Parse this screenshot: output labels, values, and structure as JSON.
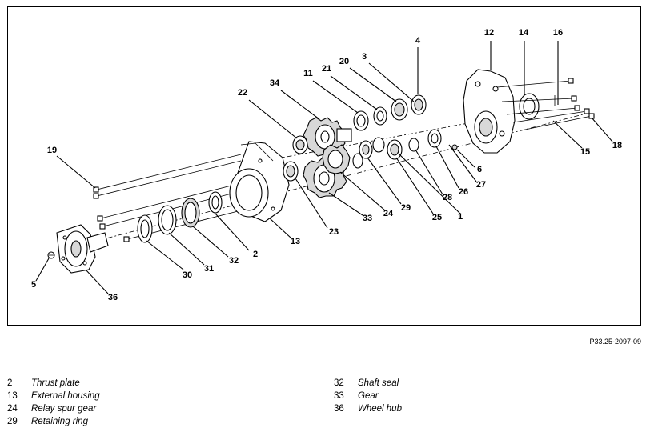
{
  "callouts": [
    {
      "n": "1"
    },
    {
      "n": "2"
    },
    {
      "n": "3"
    },
    {
      "n": "4"
    },
    {
      "n": "5"
    },
    {
      "n": "6"
    },
    {
      "n": "11"
    },
    {
      "n": "12"
    },
    {
      "n": "13"
    },
    {
      "n": "14"
    },
    {
      "n": "15"
    },
    {
      "n": "16"
    },
    {
      "n": "18"
    },
    {
      "n": "19"
    },
    {
      "n": "20"
    },
    {
      "n": "21"
    },
    {
      "n": "22"
    },
    {
      "n": "23"
    },
    {
      "n": "24"
    },
    {
      "n": "25"
    },
    {
      "n": "26"
    },
    {
      "n": "27"
    },
    {
      "n": "28"
    },
    {
      "n": "29"
    },
    {
      "n": "30"
    },
    {
      "n": "31"
    },
    {
      "n": "32"
    },
    {
      "n": "33"
    },
    {
      "n": "34"
    },
    {
      "n": "36"
    }
  ],
  "figure_ref": "P33.25-2097-09",
  "legend": {
    "left": [
      {
        "num": "2",
        "text": "Thrust plate"
      },
      {
        "num": "13",
        "text": "External housing"
      },
      {
        "num": "24",
        "text": "Relay spur gear"
      },
      {
        "num": "29",
        "text": "Retaining ring"
      }
    ],
    "right": [
      {
        "num": "32",
        "text": "Shaft seal"
      },
      {
        "num": "33",
        "text": "Gear"
      },
      {
        "num": "36",
        "text": "Wheel hub"
      }
    ]
  }
}
